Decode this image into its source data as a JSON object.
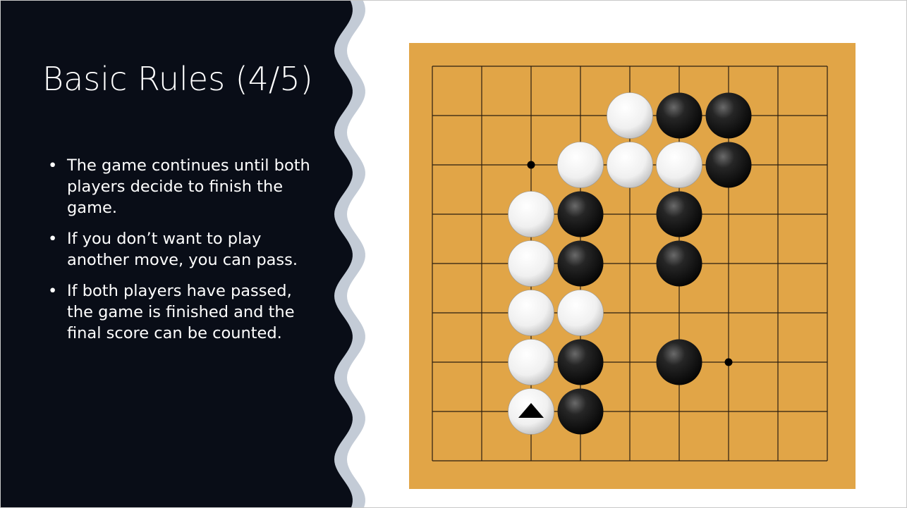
{
  "slide": {
    "title": "Basic Rules (4/5)",
    "bullets": [
      "The game continues until both players decide to finish the game.",
      "If you don’t want to play another move, you can pass.",
      "If both players have passed, the game is finished and the final score can be counted."
    ],
    "bullet_glyph": "•"
  },
  "colors": {
    "panel_dark": "#090d17",
    "wave_edge": "#c3cbd6",
    "board": "#e1a547",
    "grid_line": "#2a1d10",
    "black_stone": "#161616",
    "white_stone": "#f2f2f2",
    "last_move_marker": "#000000"
  },
  "board": {
    "lines": 9,
    "star_points": [
      [
        2,
        2
      ],
      [
        6,
        6
      ]
    ],
    "stones": [
      {
        "col": 4,
        "row": 1,
        "color": "white"
      },
      {
        "col": 5,
        "row": 1,
        "color": "black"
      },
      {
        "col": 6,
        "row": 1,
        "color": "black"
      },
      {
        "col": 3,
        "row": 2,
        "color": "white"
      },
      {
        "col": 4,
        "row": 2,
        "color": "white"
      },
      {
        "col": 5,
        "row": 2,
        "color": "white"
      },
      {
        "col": 6,
        "row": 2,
        "color": "black"
      },
      {
        "col": 2,
        "row": 3,
        "color": "white"
      },
      {
        "col": 3,
        "row": 3,
        "color": "black"
      },
      {
        "col": 5,
        "row": 3,
        "color": "black"
      },
      {
        "col": 2,
        "row": 4,
        "color": "white"
      },
      {
        "col": 3,
        "row": 4,
        "color": "black"
      },
      {
        "col": 5,
        "row": 4,
        "color": "black"
      },
      {
        "col": 2,
        "row": 5,
        "color": "white"
      },
      {
        "col": 3,
        "row": 5,
        "color": "white"
      },
      {
        "col": 2,
        "row": 6,
        "color": "white"
      },
      {
        "col": 3,
        "row": 6,
        "color": "black"
      },
      {
        "col": 5,
        "row": 6,
        "color": "black"
      },
      {
        "col": 2,
        "row": 7,
        "color": "white",
        "marker": "triangle"
      },
      {
        "col": 3,
        "row": 7,
        "color": "black"
      }
    ]
  }
}
